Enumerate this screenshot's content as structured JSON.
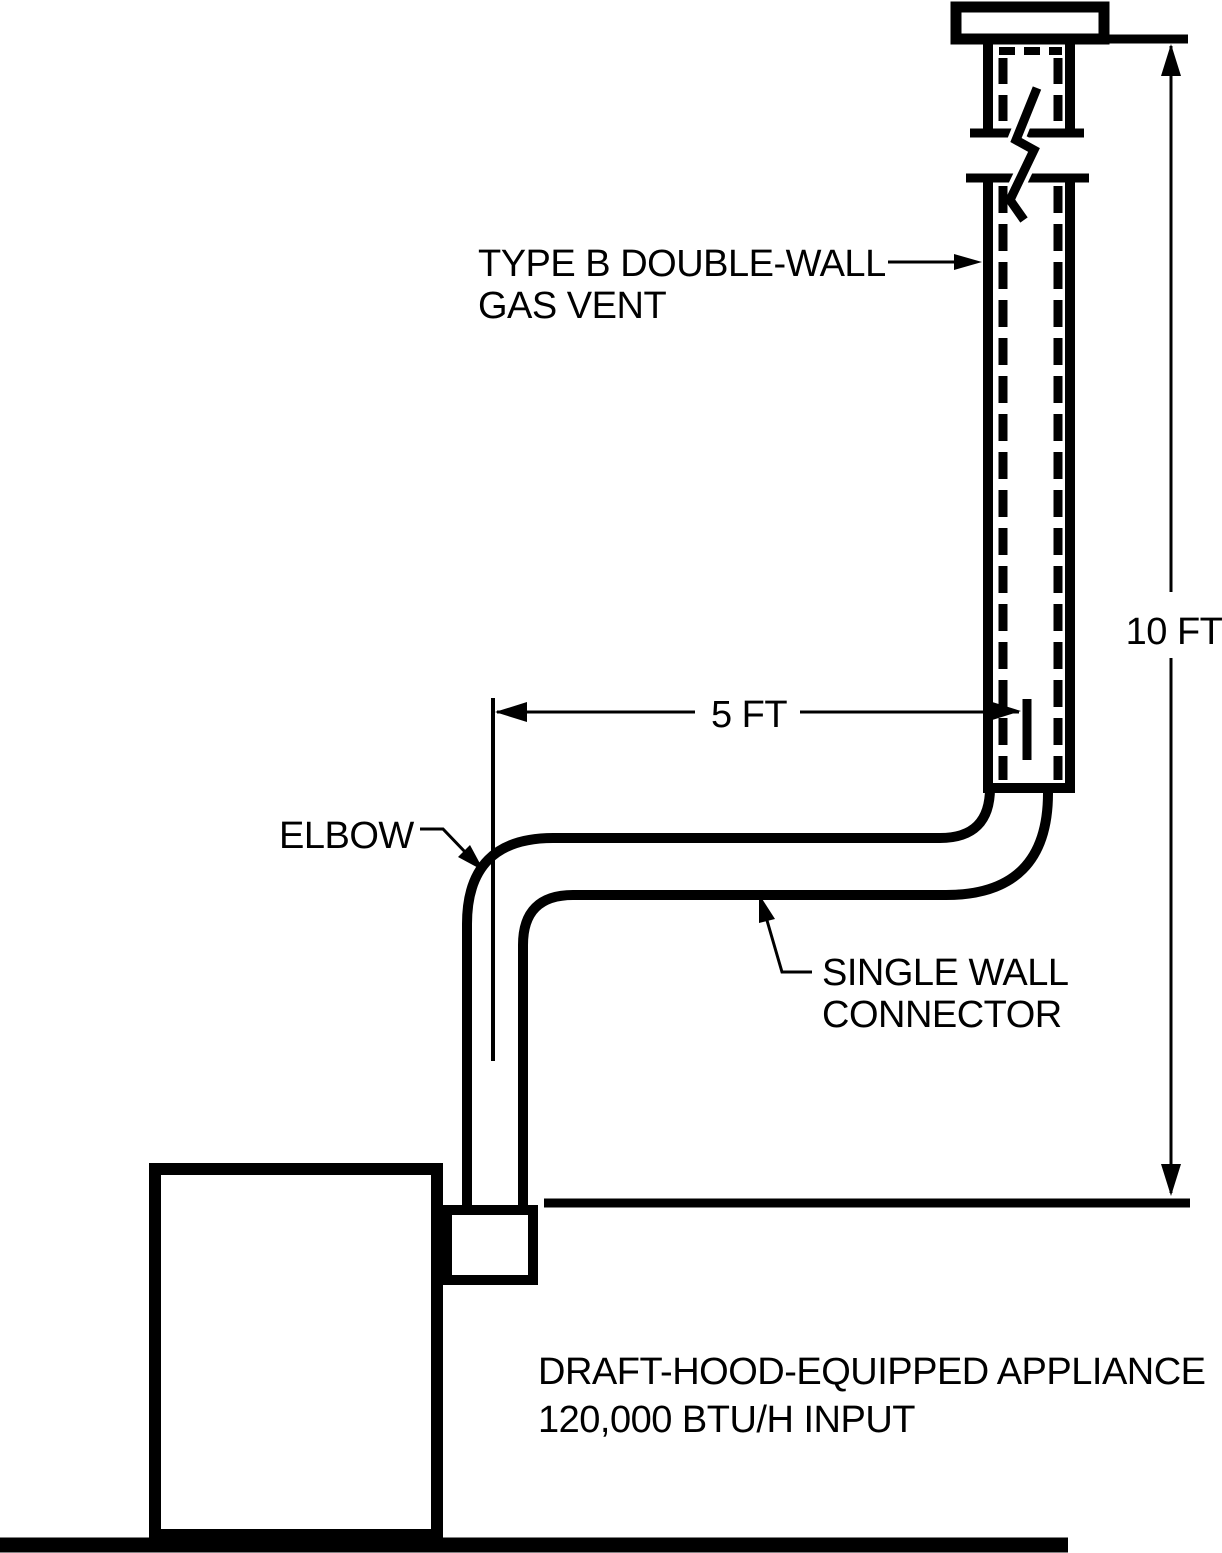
{
  "diagram": {
    "background": "#ffffff",
    "line_color": "#000000",
    "labels": {
      "vent_label_line1": "TYPE B DOUBLE-WALL",
      "vent_label_line2": "GAS VENT",
      "height_dimension": "10 FT",
      "offset_dimension": "5 FT",
      "elbow_label": "ELBOW",
      "connector_label_line1": "SINGLE WALL",
      "connector_label_line2": "CONNECTOR",
      "appliance_label_line1": "DRAFT-HOOD-EQUIPPED APPLIANCE",
      "appliance_label_line2": "120,000 BTU/H INPUT"
    }
  }
}
